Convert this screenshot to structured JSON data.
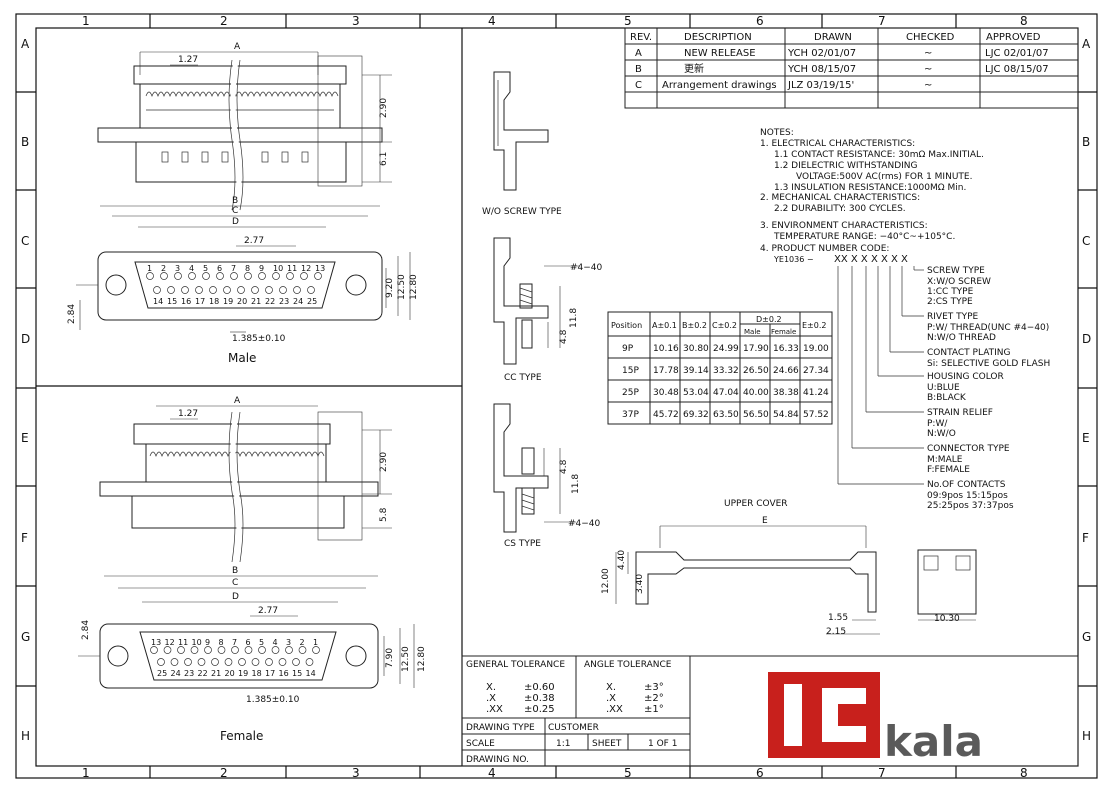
{
  "frame": {
    "cols": [
      "1",
      "2",
      "3",
      "4",
      "5",
      "6",
      "7",
      "8"
    ],
    "rows": [
      "A",
      "B",
      "C",
      "D",
      "E",
      "F",
      "G",
      "H"
    ]
  },
  "revisions": {
    "headers": [
      "REV.",
      "DESCRIPTION",
      "DRAWN",
      "CHECKED",
      "APPROVED"
    ],
    "rows": [
      {
        "rev": "A",
        "desc": "NEW RELEASE",
        "drawn": "YCH  02/01/07",
        "checked": "~",
        "approved": "LJC  02/01/07"
      },
      {
        "rev": "B",
        "desc": "更新",
        "drawn": "YCH  08/15/07",
        "checked": "~",
        "approved": "LJC  08/15/07"
      },
      {
        "rev": "C",
        "desc": "Arrangement drawings",
        "drawn": "JLZ  03/19/15'",
        "checked": "~",
        "approved": ""
      }
    ]
  },
  "notes": {
    "title": "NOTES:",
    "lines": [
      "1. ELECTRICAL CHARACTERISTICS:",
      "1.1 CONTACT RESISTANCE: 30mΩ Max.INITIAL.",
      "1.2 DIELECTRIC WITHSTANDING",
      "VOLTAGE:500V AC(rms) FOR 1 MINUTE.",
      "1.3 INSULATION RESISTANCE:1000MΩ Min.",
      "2. MECHANICAL CHARACTERISTICS:",
      "2.2 DURABILITY: 300 CYCLES.",
      "3. ENVIRONMENT CHARACTERISTICS:",
      "TEMPERATURE RANGE: −40°C~+105°C.",
      "4. PRODUCT NUMBER CODE:"
    ],
    "code_prefix": "YE1036 −",
    "code_suffix": "XX X X X X X X"
  },
  "code_legend": [
    {
      "title": "SCREW TYPE",
      "options": [
        "X:W/O SCREW",
        "1:CC TYPE",
        "2:CS TYPE"
      ]
    },
    {
      "title": "RIVET TYPE",
      "options": [
        "P:W/ THREAD(UNC #4−40)",
        "N:W/O THREAD"
      ]
    },
    {
      "title": "CONTACT PLATING",
      "options": [
        "Si: SELECTIVE GOLD FLASH"
      ]
    },
    {
      "title": "HOUSING COLOR",
      "options": [
        "U:BLUE",
        "B:BLACK"
      ]
    },
    {
      "title": "STRAIN RELIEF",
      "options": [
        "P:W/",
        "N:W/O"
      ]
    },
    {
      "title": "CONNECTOR TYPE",
      "options": [
        "M:MALE",
        "F:FEMALE"
      ]
    },
    {
      "title": "No.OF CONTACTS",
      "options": [
        "09:9pos    15:15pos",
        "25:25pos   37:37pos"
      ]
    }
  ],
  "dim_table": {
    "headers": [
      "Position",
      "A±0.1",
      "B±0.2",
      "C±0.2",
      "D±0.2",
      "E±0.2"
    ],
    "subheaders": [
      "Male",
      "Female"
    ],
    "rows": [
      [
        "9P",
        "10.16",
        "30.80",
        "24.99",
        "17.90",
        "16.33",
        "19.00"
      ],
      [
        "15P",
        "17.78",
        "39.14",
        "33.32",
        "26.50",
        "24.66",
        "27.34"
      ],
      [
        "25P",
        "30.48",
        "53.04",
        "47.04",
        "40.00",
        "38.38",
        "41.24"
      ],
      [
        "37P",
        "45.72",
        "69.32",
        "63.50",
        "56.50",
        "54.84",
        "57.52"
      ]
    ]
  },
  "views": {
    "male": "Male",
    "female": "Female",
    "wo_screw": "W/O SCREW TYPE",
    "cc": "CC TYPE",
    "cs": "CS TYPE",
    "upper_cover": "UPPER COVER"
  },
  "dims": {
    "A": "A",
    "B": "B",
    "C": "C",
    "D": "D",
    "E": "E",
    "pitch": "1.27",
    "p277": "2.77",
    "d290": "2.90",
    "d61": "6.1",
    "d58": "5.8",
    "d920": "9.20",
    "d1250": "12.50",
    "d1280": "12.80",
    "d284": "2.84",
    "d1385": "1.385±0.10",
    "d790": "7.90",
    "thread": "#4−40",
    "d118": "11.8",
    "d48": "4.8",
    "d440": "4.40",
    "d1200": "12.00",
    "d340": "3.40",
    "d155": "1.55",
    "d215": "2.15",
    "d1030": "10.30"
  },
  "male_pins_top": [
    "1",
    "2",
    "3",
    "4",
    "5",
    "6",
    "7",
    "8",
    "9",
    "10",
    "11",
    "12",
    "13"
  ],
  "male_pins_bottom": [
    "14",
    "15",
    "16",
    "17",
    "18",
    "19",
    "20",
    "21",
    "22",
    "23",
    "24",
    "25"
  ],
  "female_pins_top": [
    "13",
    "12",
    "11",
    "10",
    "9",
    "8",
    "7",
    "6",
    "5",
    "4",
    "3",
    "2",
    "1"
  ],
  "female_pins_bottom": [
    "25",
    "24",
    "23",
    "22",
    "21",
    "20",
    "19",
    "18",
    "17",
    "16",
    "15",
    "14"
  ],
  "tolerance": {
    "general_title": "GENERAL TOLERANCE",
    "angle_title": "ANGLE TOLERANCE",
    "general": [
      [
        "X.",
        "±0.60"
      ],
      [
        ".X",
        "±0.38"
      ],
      [
        ".XX",
        "±0.25"
      ]
    ],
    "angle": [
      [
        "X.",
        "±3°"
      ],
      [
        ".X",
        "±2°"
      ],
      [
        ".XX",
        "±1°"
      ]
    ]
  },
  "title_block": {
    "drawing_type_label": "DRAWING TYPE",
    "drawing_type": "CUSTOMER",
    "scale_label": "SCALE",
    "scale": "1:1",
    "sheet_label": "SHEET",
    "sheet": "1  OF  1",
    "drawing_no_label": "DRAWING NO."
  },
  "logo": {
    "box_text": "IC",
    "word": "kala",
    "color": "#c8201c"
  }
}
